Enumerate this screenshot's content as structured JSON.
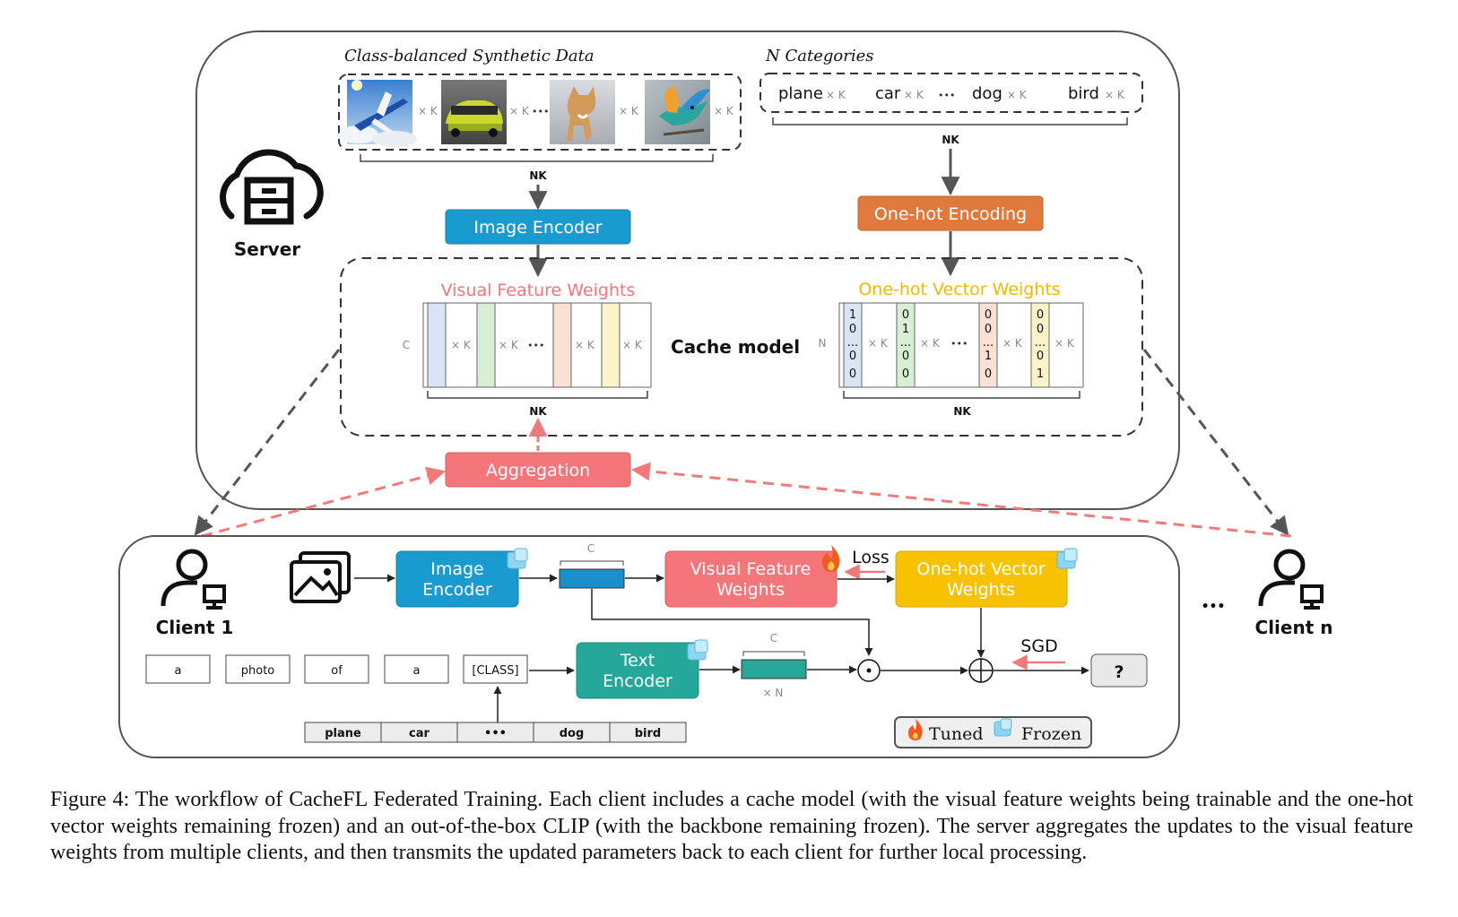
{
  "server": {
    "label": "Server",
    "synthetic_title": "Class-balanced Synthetic Data",
    "categories_title": "N Categories",
    "times_k": "× K",
    "ellipsis": "•••",
    "nk": "NK",
    "categories": [
      "plane",
      "car",
      "dog",
      "bird"
    ],
    "image_encoder": "Image Encoder",
    "onehot_encoding": "One-hot Encoding",
    "visual_feature_weights": "Visual Feature Weights",
    "onehot_vector_weights": "One-hot Vector Weights",
    "cache_model": "Cache model",
    "c_label": "C",
    "n_label": "N",
    "aggregation": "Aggregation",
    "onehot_columns": [
      [
        "1",
        "0",
        "...",
        "0",
        "0"
      ],
      [
        "0",
        "1",
        "...",
        "0",
        "0"
      ],
      [
        "0",
        "0",
        "...",
        "1",
        "0"
      ],
      [
        "0",
        "0",
        "...",
        "0",
        "1"
      ]
    ]
  },
  "client": {
    "client1": "Client 1",
    "clientn": "Client n",
    "dots": "•••",
    "image_encoder_l1": "Image",
    "image_encoder_l2": "Encoder",
    "c_label": "C",
    "vfw_l1": "Visual Feature",
    "vfw_l2": "Weights",
    "loss": "Loss",
    "ohw_l1": "One-hot Vector",
    "ohw_l2": "Weights",
    "prompt_tokens": [
      "a",
      "photo",
      "of",
      "a",
      "[CLASS]"
    ],
    "text_encoder_l1": "Text",
    "text_encoder_l2": "Encoder",
    "times_n": "× N",
    "sgd": "SGD",
    "question": "?",
    "class_options": [
      "plane",
      "car",
      "•••",
      "dog",
      "bird"
    ],
    "legend_tuned": "Tuned",
    "legend_frozen": "Frozen",
    "odot": "⊙",
    "oplus": "⊕"
  },
  "colors": {
    "image_encoder": "#1a9bd0",
    "onehot_encoding": "#e07a3c",
    "aggregation": "#f4767a",
    "vfw_title": "#f4767a",
    "ohw_title": "#f0b800",
    "vfw_box": "#f4767a",
    "ohw_box": "#f7c202",
    "text_encoder": "#25a89a",
    "feature_bar_c": "#1a8fcc",
    "feature_bar_n": "#25a89a",
    "dashed_gray": "#555555",
    "dashed_red": "#f07a7a"
  },
  "caption": "Figure 4: The workflow of CacheFL Federated Training. Each client includes a cache model (with the visual feature weights being trainable and the one-hot vector weights remaining frozen) and an out-of-the-box CLIP (with the backbone remaining frozen). The server aggregates the updates to the visual feature weights from multiple clients, and then transmits the updated parameters back to each client for further local processing."
}
